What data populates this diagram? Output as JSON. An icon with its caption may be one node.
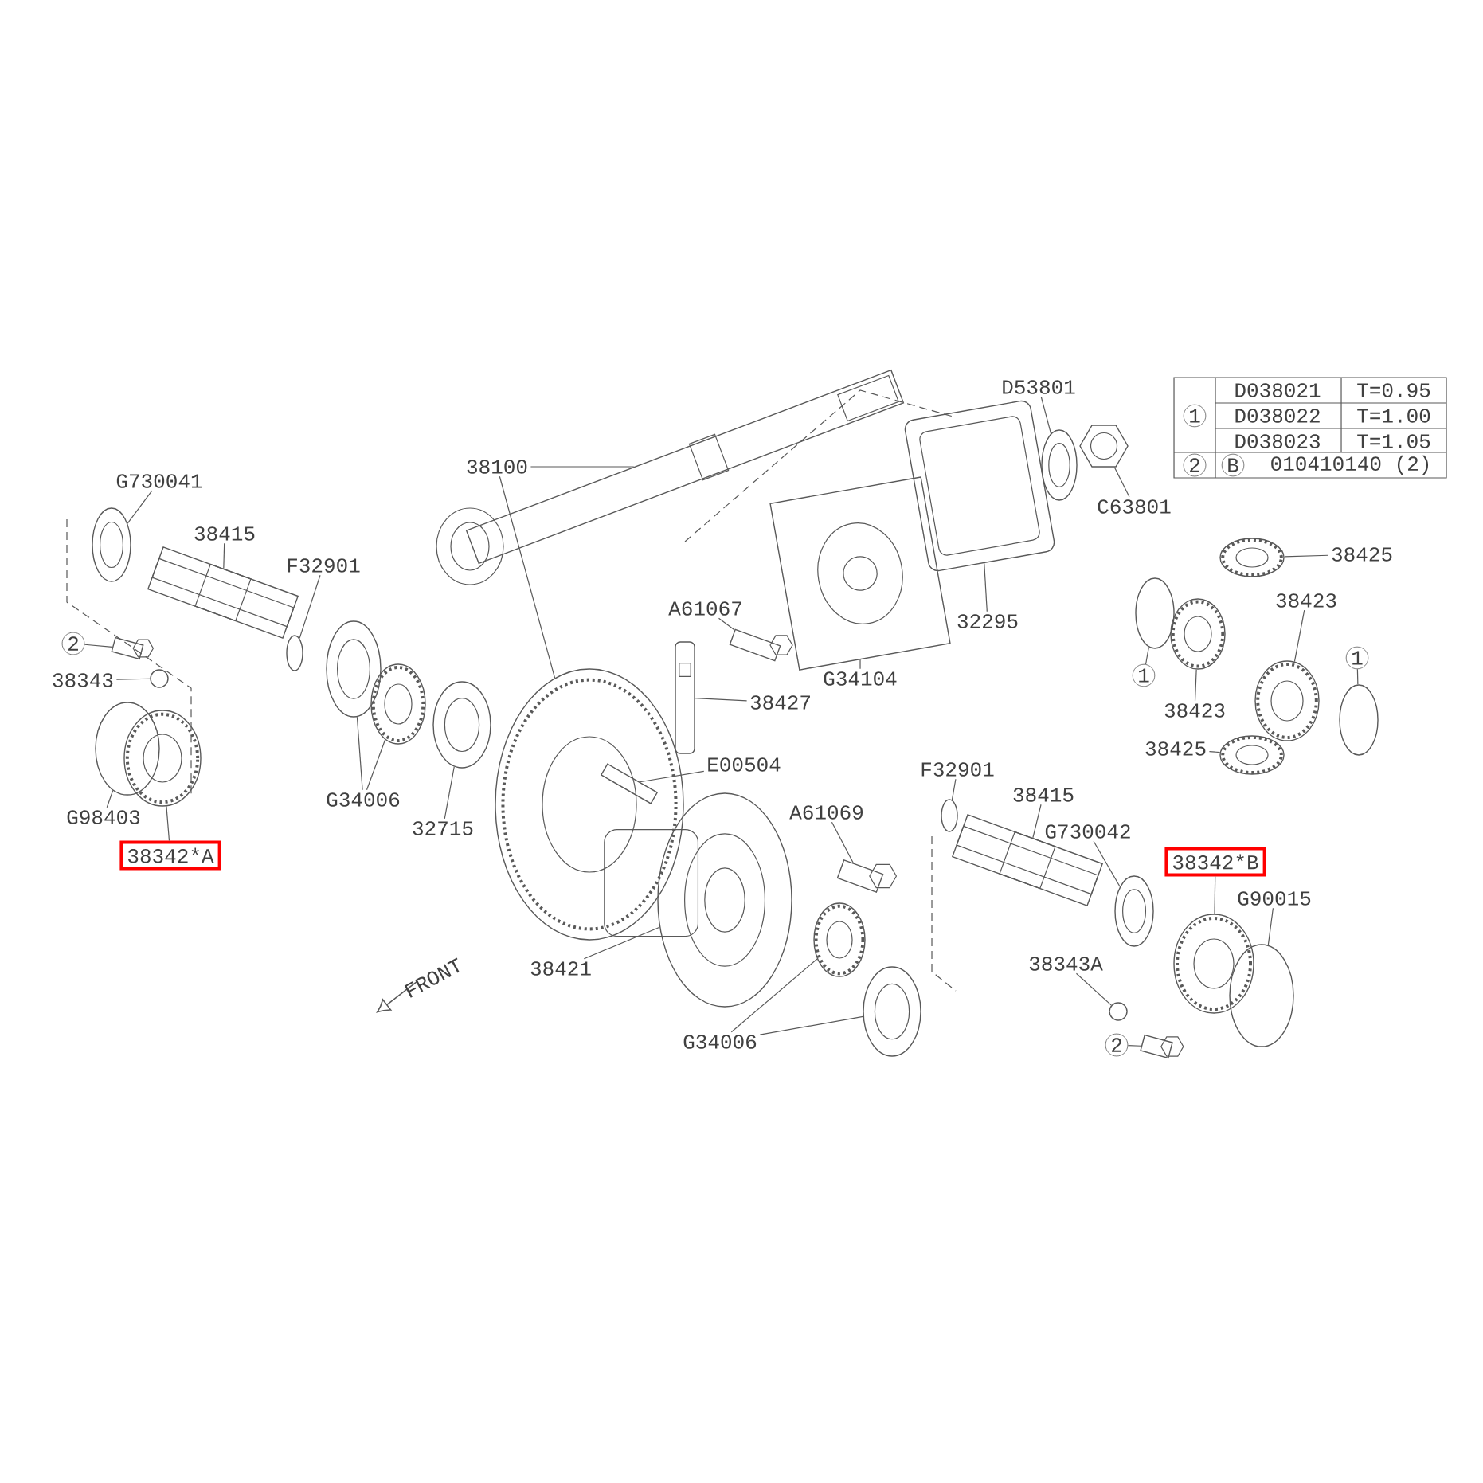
{
  "diagram": {
    "nodes": [
      {
        "text": [
          "38100"
        ]
      },
      {
        "text": [
          "D53801"
        ]
      },
      {
        "text": [
          "G730041"
        ]
      },
      {
        "text": [
          "38415"
        ]
      },
      {
        "text": [
          "F32901"
        ]
      },
      {
        "text": [
          "C63801"
        ]
      },
      {
        "text": [
          "38425"
        ]
      },
      {
        "text": [
          "32295"
        ]
      },
      {
        "text": [
          "38423"
        ]
      },
      {
        "text": [
          "A61067"
        ]
      },
      {
        "text": [
          "2"
        ]
      },
      {
        "text": [
          "1"
        ]
      },
      {
        "text": [
          "1"
        ]
      },
      {
        "text": [
          "38343"
        ]
      },
      {
        "text": [
          "G34104"
        ]
      },
      {
        "text": [
          "38423"
        ]
      },
      {
        "text": [
          "38427"
        ]
      },
      {
        "text": [
          "38425"
        ]
      },
      {
        "text": [
          "G34006"
        ]
      },
      {
        "text": [
          "E00504"
        ]
      },
      {
        "text": [
          "F32901"
        ]
      },
      {
        "text": [
          "38415"
        ]
      },
      {
        "text": [
          "32715"
        ]
      },
      {
        "text": [
          "G98403"
        ]
      },
      {
        "text": [
          "A61069"
        ]
      },
      {
        "text": [
          "G730042"
        ]
      },
      {
        "text": [
          "38342*A"
        ]
      },
      {
        "text": [
          "38342*B"
        ]
      },
      {
        "text": [
          "G90015"
        ]
      },
      {
        "text": [
          "38343A"
        ]
      },
      {
        "text": [
          "38421"
        ]
      },
      {
        "text": [
          "G34006"
        ]
      },
      {
        "text": [
          "2"
        ]
      },
      {
        "text": [],
        "shape": "picture"
      },
      {
        "text": [],
        "shape": "picture"
      },
      {
        "text": [],
        "shape": "circle"
      },
      {
        "text": [],
        "shape": "picture"
      },
      {
        "text": [],
        "shape": "picture"
      },
      {
        "text": [],
        "shape": "picture"
      },
      {
        "text": [],
        "shape": "picture"
      },
      {
        "text": [],
        "shape": "circle"
      },
      {
        "text": [],
        "shape": "picture"
      },
      {
        "text": [],
        "shape": "circle"
      },
      {
        "text": [],
        "shape": "picture"
      },
      {
        "text": [],
        "shape": "picture"
      },
      {
        "text": [],
        "shape": "picture"
      },
      {
        "text": [],
        "shape": "picture",
        "in": 44
      },
      {
        "text": [],
        "shape": "picture"
      },
      {
        "text": [],
        "shape": "picture"
      },
      {
        "text": [],
        "shape": "picture"
      },
      {
        "text": [],
        "shape": "picture"
      },
      {
        "text": [],
        "shape": "picture"
      },
      {
        "text": [],
        "shape": "picture"
      },
      {
        "text": [],
        "shape": "picture"
      },
      {
        "text": [],
        "shape": "circle"
      },
      {
        "text": [],
        "shape": "picture"
      },
      {
        "text": [],
        "shape": "picture"
      },
      {
        "text": [],
        "shape": "circle"
      },
      {
        "text": [],
        "shape": "picture"
      },
      {
        "text": [],
        "shape": "picture"
      },
      {
        "text": [],
        "shape": "picture"
      },
      {
        "text": [],
        "shape": "picture"
      },
      {
        "text": [],
        "shape": "circle"
      },
      {
        "text": [],
        "shape": "picture"
      },
      {
        "text": [],
        "shape": "picture"
      },
      {
        "text": [],
        "shape": "picture"
      },
      {
        "text": [],
        "shape": "circle"
      },
      {
        "text": [],
        "shape": "circle"
      },
      {
        "text": [],
        "shape": "picture"
      },
      {
        "text": [
          "1"
        ]
      },
      {
        "text": [
          "2"
        ]
      },
      {
        "text": [
          "B"
        ]
      }
    ],
    "edges": [
      {
        "from": 0,
        "to": 43,
        "arrow": "none"
      },
      {
        "from": 0,
        "to": 44,
        "arrow": "none"
      },
      {
        "from": 1,
        "to": 51,
        "arrow": "none"
      },
      {
        "from": 2,
        "to": 33,
        "arrow": "none"
      },
      {
        "from": 3,
        "to": 34,
        "arrow": "none"
      },
      {
        "from": 4,
        "to": 35,
        "arrow": "none"
      },
      {
        "from": 5,
        "to": 52,
        "arrow": "none"
      },
      {
        "from": 6,
        "to": 53,
        "arrow": "none"
      },
      {
        "from": 7,
        "to": 50,
        "arrow": "none"
      },
      {
        "from": 8,
        "to": 56,
        "arrow": "none"
      },
      {
        "from": 9,
        "to": 48,
        "arrow": "none"
      },
      {
        "from": 10,
        "to": 39,
        "arrow": "none"
      },
      {
        "from": 11,
        "to": 54,
        "arrow": "none"
      },
      {
        "from": 12,
        "to": 57,
        "arrow": "none"
      },
      {
        "from": 13,
        "to": 40,
        "arrow": "none"
      },
      {
        "from": 14,
        "to": 49,
        "arrow": "none"
      },
      {
        "from": 15,
        "to": 55,
        "arrow": "none"
      },
      {
        "from": 16,
        "to": 45,
        "arrow": "none"
      },
      {
        "from": 17,
        "to": 58,
        "arrow": "none"
      },
      {
        "from": 18,
        "to": 36,
        "arrow": "none"
      },
      {
        "from": 18,
        "to": 37,
        "arrow": "none"
      },
      {
        "from": 19,
        "to": 46,
        "arrow": "none"
      },
      {
        "from": 20,
        "to": 62,
        "arrow": "none"
      },
      {
        "from": 21,
        "to": 63,
        "arrow": "none"
      },
      {
        "from": 22,
        "to": 38,
        "arrow": "none"
      },
      {
        "from": 23,
        "to": 42,
        "arrow": "none"
      },
      {
        "from": 24,
        "to": 59,
        "arrow": "none"
      },
      {
        "from": 25,
        "to": 64,
        "arrow": "none"
      },
      {
        "from": 26,
        "to": 41,
        "arrow": "none"
      },
      {
        "from": 27,
        "to": 65,
        "arrow": "none"
      },
      {
        "from": 28,
        "to": 66,
        "arrow": "none"
      },
      {
        "from": 29,
        "to": 67,
        "arrow": "none"
      },
      {
        "from": 30,
        "to": 47,
        "arrow": "none"
      },
      {
        "from": 31,
        "to": 60,
        "arrow": "none"
      },
      {
        "from": 31,
        "to": 61,
        "arrow": "none"
      },
      {
        "from": 32,
        "to": 68,
        "arrow": "none"
      }
    ],
    "labels": [
      "D038021",
      "T=0.95",
      "D038022",
      "T=1.00",
      "D038023",
      "T=1.05",
      "010410140 (2)",
      "FRONT"
    ]
  }
}
